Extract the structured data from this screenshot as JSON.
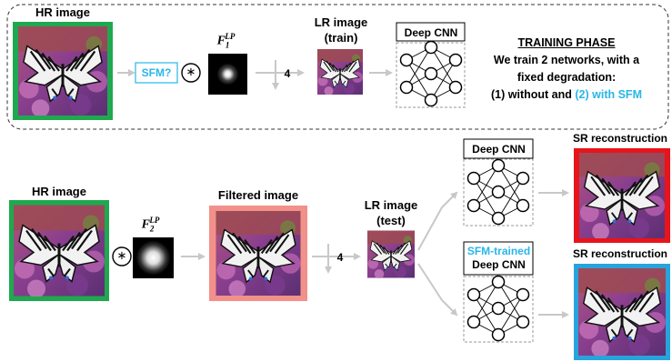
{
  "training": {
    "hr_label": "HR image",
    "sfm_label": "SFM?",
    "filter_label": "F1LP",
    "filter_base": "F",
    "filter_sup": "LP",
    "filter_sub": "1",
    "scale": "4",
    "lr_label_line1": "LR image",
    "lr_label_line2": "(train)",
    "cnn_label": "Deep CNN",
    "phase_title": "TRAINING PHASE",
    "phase_line1": "We train 2 networks, with a",
    "phase_line2": "fixed degradation:",
    "phase_line3a": "(1) without and ",
    "phase_line3b": "(2) with SFM"
  },
  "testing": {
    "hr_label": "HR image",
    "filter_base": "F",
    "filter_sup": "LP",
    "filter_sub": "2",
    "filtered_label": "Filtered image",
    "scale": "4",
    "lr_label_line1": "LR image",
    "lr_label_line2": "(test)",
    "cnn1_label": "Deep CNN",
    "cnn2_label_line1": "SFM-trained",
    "cnn2_label_line2": "Deep CNN",
    "sr1_label": "SR reconstruction",
    "sr2_label": "SR reconstruction"
  },
  "colors": {
    "green": "#1fa84f",
    "pink": "#f2908a",
    "red": "#e8141b",
    "blue": "#29a3dc",
    "cyan_text": "#29b6e8",
    "arrow": "#c8c8c8"
  },
  "icons": {
    "convolution": "circled-asterisk-icon",
    "image": "butterfly-image",
    "network": "neural-network-icon"
  }
}
